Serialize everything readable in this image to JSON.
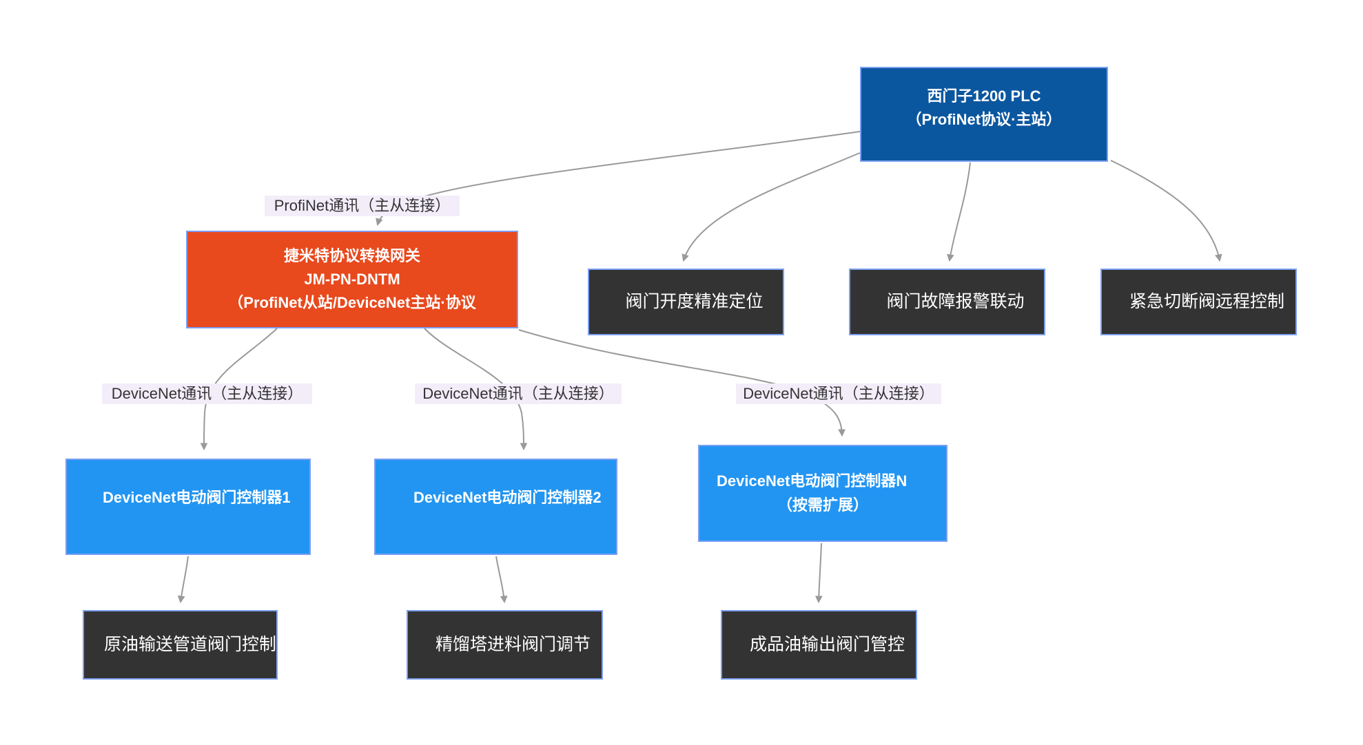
{
  "diagram_title": "PLC-DeviceNet valve control architecture flowchart",
  "nodes": {
    "plc": {
      "line1": "西门子1200 PLC",
      "line2": "（ProfiNet协议·主站）"
    },
    "gateway": {
      "line1": "捷米特协议转换网关",
      "line2": "JM-PN-DNTM",
      "line3": "（ProfiNet从站/DeviceNet主站·协议"
    },
    "feature_positioning": {
      "label": "阀门开度精准定位"
    },
    "feature_alarm": {
      "label": "阀门故障报警联动"
    },
    "feature_emergency": {
      "label": "紧急切断阀远程控制"
    },
    "controller1": {
      "label": "DeviceNet电动阀门控制器1"
    },
    "controller2": {
      "label": "DeviceNet电动阀门控制器2"
    },
    "controller_n": {
      "line1": "DeviceNet电动阀门控制器N",
      "line2": "（按需扩展）"
    },
    "app_crude": {
      "label": "原油输送管道阀门控制"
    },
    "app_distill": {
      "label": "精馏塔进料阀门调节"
    },
    "app_product": {
      "label": "成品油输出阀门管控"
    }
  },
  "edge_labels": [
    {
      "text": "ProfiNet通讯（主从连接）"
    },
    {
      "text": "DeviceNet通讯（主从连接）"
    },
    {
      "text": "DeviceNet通讯（主从连接）"
    },
    {
      "text": "DeviceNet通讯（主从连接）"
    }
  ],
  "connections": [
    {
      "from": "plc",
      "to": "gateway",
      "label": "ProfiNet通讯（主从连接）"
    },
    {
      "from": "plc",
      "to": "feature_positioning",
      "label": ""
    },
    {
      "from": "plc",
      "to": "feature_alarm",
      "label": ""
    },
    {
      "from": "plc",
      "to": "feature_emergency",
      "label": ""
    },
    {
      "from": "gateway",
      "to": "controller1",
      "label": "DeviceNet通讯（主从连接）"
    },
    {
      "from": "gateway",
      "to": "controller2",
      "label": "DeviceNet通讯（主从连接）"
    },
    {
      "from": "gateway",
      "to": "controller_n",
      "label": "DeviceNet通讯（主从连接）"
    },
    {
      "from": "controller1",
      "to": "app_crude",
      "label": ""
    },
    {
      "from": "controller2",
      "to": "app_distill",
      "label": ""
    },
    {
      "from": "controller_n",
      "to": "app_product",
      "label": ""
    }
  ],
  "colors": {
    "plc_fill": "#0b579f",
    "gateway_fill": "#e8491d",
    "controller_fill": "#2295f2",
    "dark_fill": "#333333",
    "node_border": "#7c9ff2",
    "edge": "#999999",
    "edge_label_bg": "#f3edfa",
    "edge_label_text": "#333333"
  }
}
